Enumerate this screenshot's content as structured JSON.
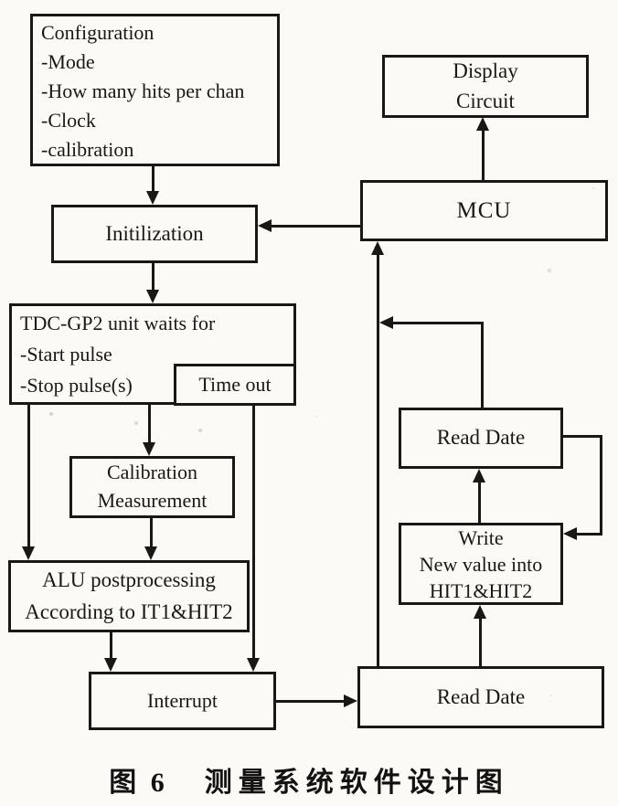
{
  "nodes": {
    "configuration": {
      "text": "Configuration\n-Mode\n-How many hits per chan\n-Clock\n-calibration"
    },
    "display_circuit": {
      "text": "Display\nCircuit"
    },
    "mcu": {
      "text": "MCU"
    },
    "initialization": {
      "text": "Initilization"
    },
    "tdc_wait": {
      "text": "TDC-GP2 unit waits for\n-Start pulse\n-Stop pulse(s)"
    },
    "time_out": {
      "text": "Time out"
    },
    "calibration_measurement": {
      "text": "Calibration\nMeasurement"
    },
    "alu_postprocessing": {
      "text": "ALU postprocessing\nAccording to IT1&HIT2"
    },
    "interrupt": {
      "text": "Interrupt"
    },
    "read_date_upper": {
      "text": "Read Date"
    },
    "write_new_value": {
      "text": "Write\nNew value into\nHIT1&HIT2"
    },
    "read_date_lower": {
      "text": "Read Date"
    }
  },
  "caption": {
    "figure_label": "图 6",
    "title": "测量系统软件设计图"
  },
  "colors": {
    "ink": "#1a1815",
    "paper": "#fbfaf6"
  }
}
